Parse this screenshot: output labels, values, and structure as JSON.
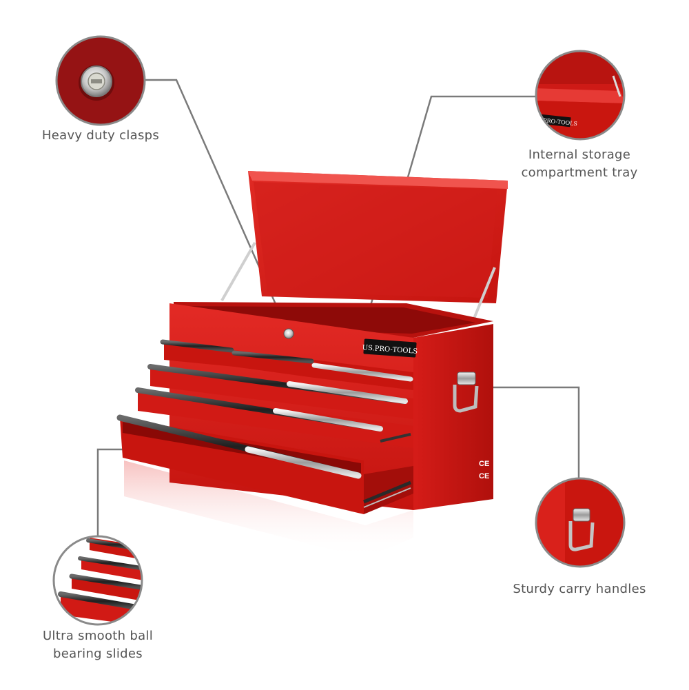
{
  "callouts": {
    "clasps": {
      "lines": [
        "Heavy duty clasps"
      ]
    },
    "tray": {
      "lines": [
        "Internal storage",
        "compartment tray"
      ]
    },
    "handles": {
      "lines": [
        "Sturdy carry handles"
      ]
    },
    "slides": {
      "lines": [
        "Ultra smooth ball",
        "bearing slides"
      ]
    }
  },
  "product": {
    "brand_badge": "US.PRO-TOOLS",
    "ce_mark": "CE"
  },
  "colors": {
    "body_red": "#d8201e",
    "dark_red": "#9a0d0c",
    "leader_line": "#7a7a7a",
    "chrome": "#c8c8c8",
    "drawer_handle": "#3a3a3a"
  },
  "icons": {
    "lock": "lock-icon",
    "handle": "carry-handle-icon"
  }
}
